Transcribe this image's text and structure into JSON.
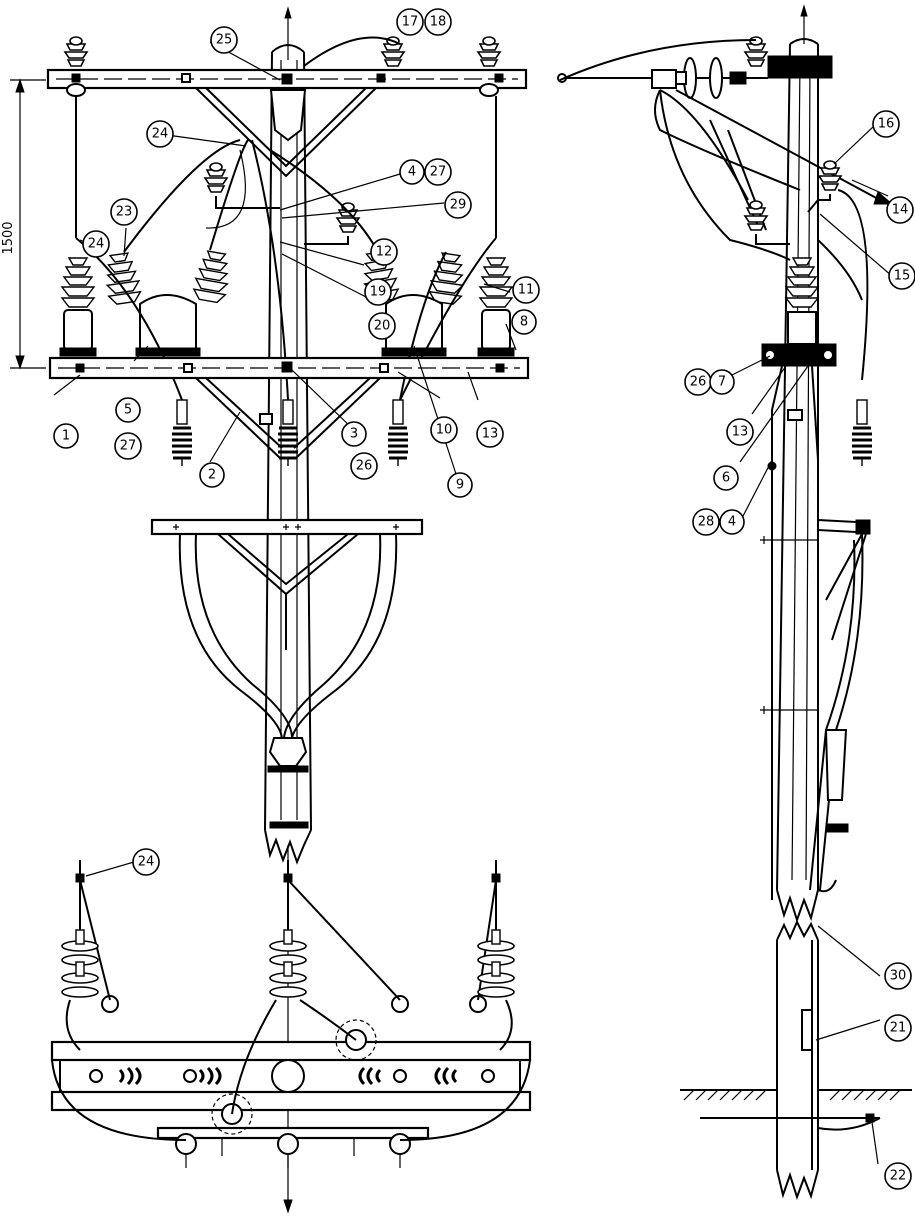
{
  "dimension": {
    "label": "1500"
  },
  "callouts": [
    {
      "id": "c1",
      "label": "1"
    },
    {
      "id": "c2",
      "label": "2"
    },
    {
      "id": "c3",
      "label": "3"
    },
    {
      "id": "c4a",
      "label": "4"
    },
    {
      "id": "c27a",
      "label": "27"
    },
    {
      "id": "c5",
      "label": "5"
    },
    {
      "id": "c8",
      "label": "8"
    },
    {
      "id": "c9",
      "label": "9"
    },
    {
      "id": "c10",
      "label": "10"
    },
    {
      "id": "c11",
      "label": "11"
    },
    {
      "id": "c12",
      "label": "12"
    },
    {
      "id": "c13a",
      "label": "13"
    },
    {
      "id": "c17",
      "label": "17"
    },
    {
      "id": "c18",
      "label": "18"
    },
    {
      "id": "c19",
      "label": "19"
    },
    {
      "id": "c20",
      "label": "20"
    },
    {
      "id": "c23",
      "label": "23"
    },
    {
      "id": "c24a",
      "label": "24"
    },
    {
      "id": "c24b",
      "label": "24"
    },
    {
      "id": "c24c",
      "label": "24"
    },
    {
      "id": "c25",
      "label": "25"
    },
    {
      "id": "c26a",
      "label": "26"
    },
    {
      "id": "c27b",
      "label": "27"
    },
    {
      "id": "c29",
      "label": "29"
    },
    {
      "id": "c16",
      "label": "16"
    },
    {
      "id": "c14",
      "label": "14"
    },
    {
      "id": "c15",
      "label": "15"
    },
    {
      "id": "c26b",
      "label": "26"
    },
    {
      "id": "c7",
      "label": "7"
    },
    {
      "id": "c13b",
      "label": "13"
    },
    {
      "id": "c6",
      "label": "6"
    },
    {
      "id": "c28",
      "label": "28"
    },
    {
      "id": "c4b",
      "label": "4"
    },
    {
      "id": "c30",
      "label": "30"
    },
    {
      "id": "c21",
      "label": "21"
    },
    {
      "id": "c22",
      "label": "22"
    }
  ]
}
